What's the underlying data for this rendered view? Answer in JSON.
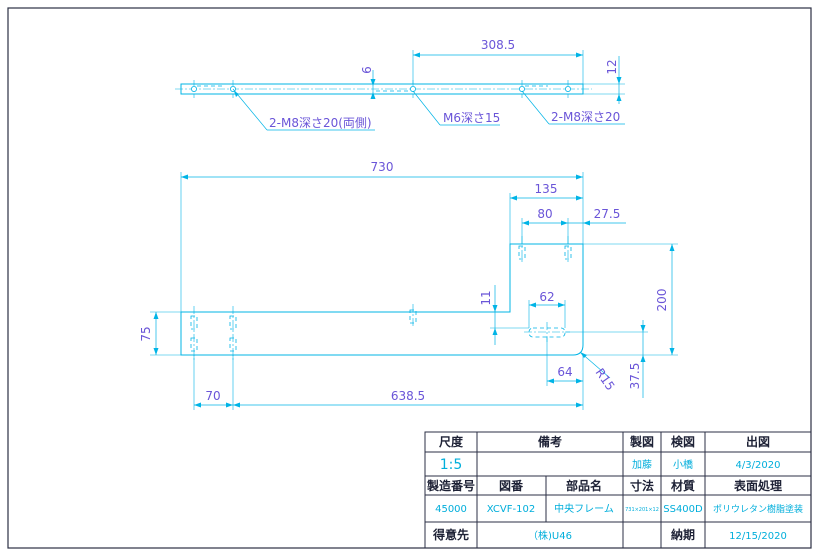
{
  "drawing": {
    "top_view": {
      "dim_length": "308.5",
      "dim_thickness_left": "6",
      "dim_thickness_right": "12",
      "note_left": "2-M8深さ20(両側)",
      "note_center": "M6深さ15",
      "note_right": "2-M8深さ20"
    },
    "front_view": {
      "dim_overall_width": "730",
      "dim_135": "135",
      "dim_80": "80",
      "dim_27_5": "27.5",
      "dim_11": "11",
      "dim_62": "62",
      "dim_200": "200",
      "dim_75": "75",
      "dim_64": "64",
      "dim_r15": "R15",
      "dim_37_5": "37.5",
      "dim_70": "70",
      "dim_638_5": "638.5"
    }
  },
  "title_block": {
    "headers": {
      "scale": "尺度",
      "remarks": "備考",
      "drawn": "製図",
      "checked": "検図",
      "issued": "出図",
      "serial_no": "製造番号",
      "drawing_no": "図番",
      "part_name": "部品名",
      "dimensions": "寸法",
      "material": "材質",
      "surface": "表面処理",
      "customer": "得意先",
      "delivery": "納期"
    },
    "values": {
      "scale": "1:5",
      "remarks": "",
      "drawn": "加藤",
      "checked": "小橋",
      "issued": "4/3/2020",
      "serial_no": "45000",
      "drawing_no": "XCVF-102",
      "part_name": "中央フレーム",
      "dimensions": "731×201×12",
      "material": "SS400D",
      "surface": "ポリウレタン樹脂塗装",
      "customer": "（株)U46",
      "delivery": "12/15/2020"
    }
  }
}
